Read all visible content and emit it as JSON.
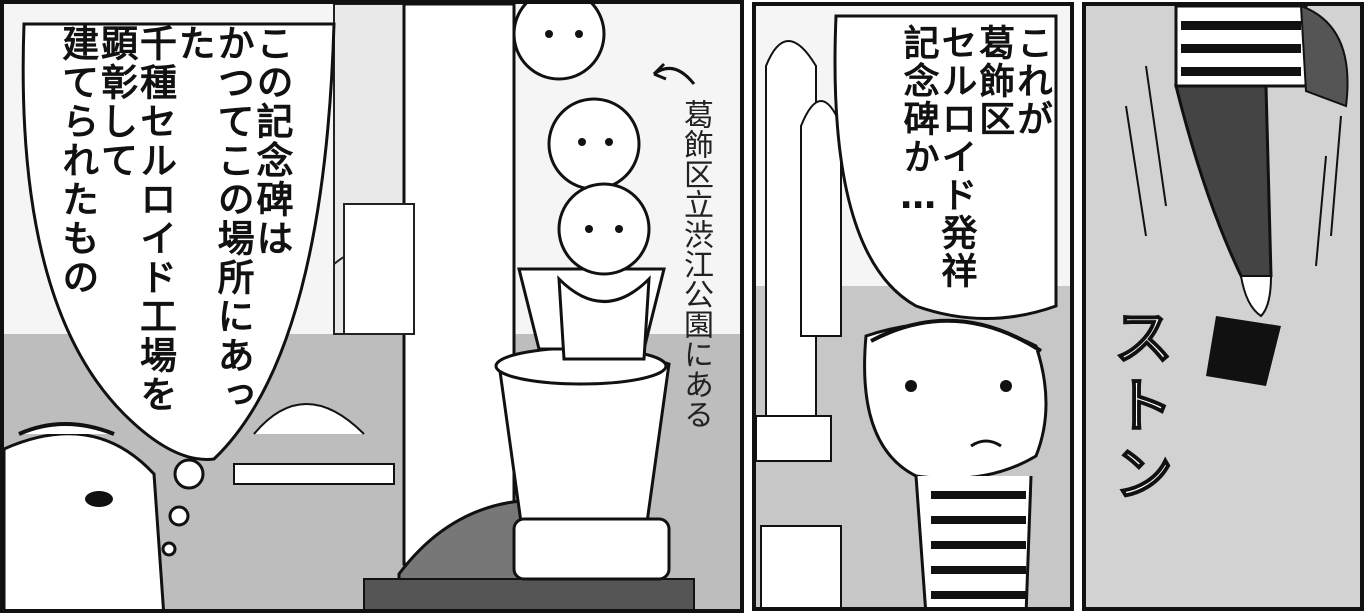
{
  "panels": [
    {
      "id": "left",
      "speech_lines": [
        "この記念碑は",
        "かつてこの場所にあった",
        "千種セルロイド工場を",
        "顕彰して",
        "建てられたもの"
      ],
      "caption": "葛飾区立渋江公園にある"
    },
    {
      "id": "middle",
      "speech_lines": [
        "これが",
        "葛飾区",
        "セルロイド発祥",
        "記念碑か…"
      ]
    },
    {
      "id": "right",
      "sfx": "ストン"
    }
  ]
}
